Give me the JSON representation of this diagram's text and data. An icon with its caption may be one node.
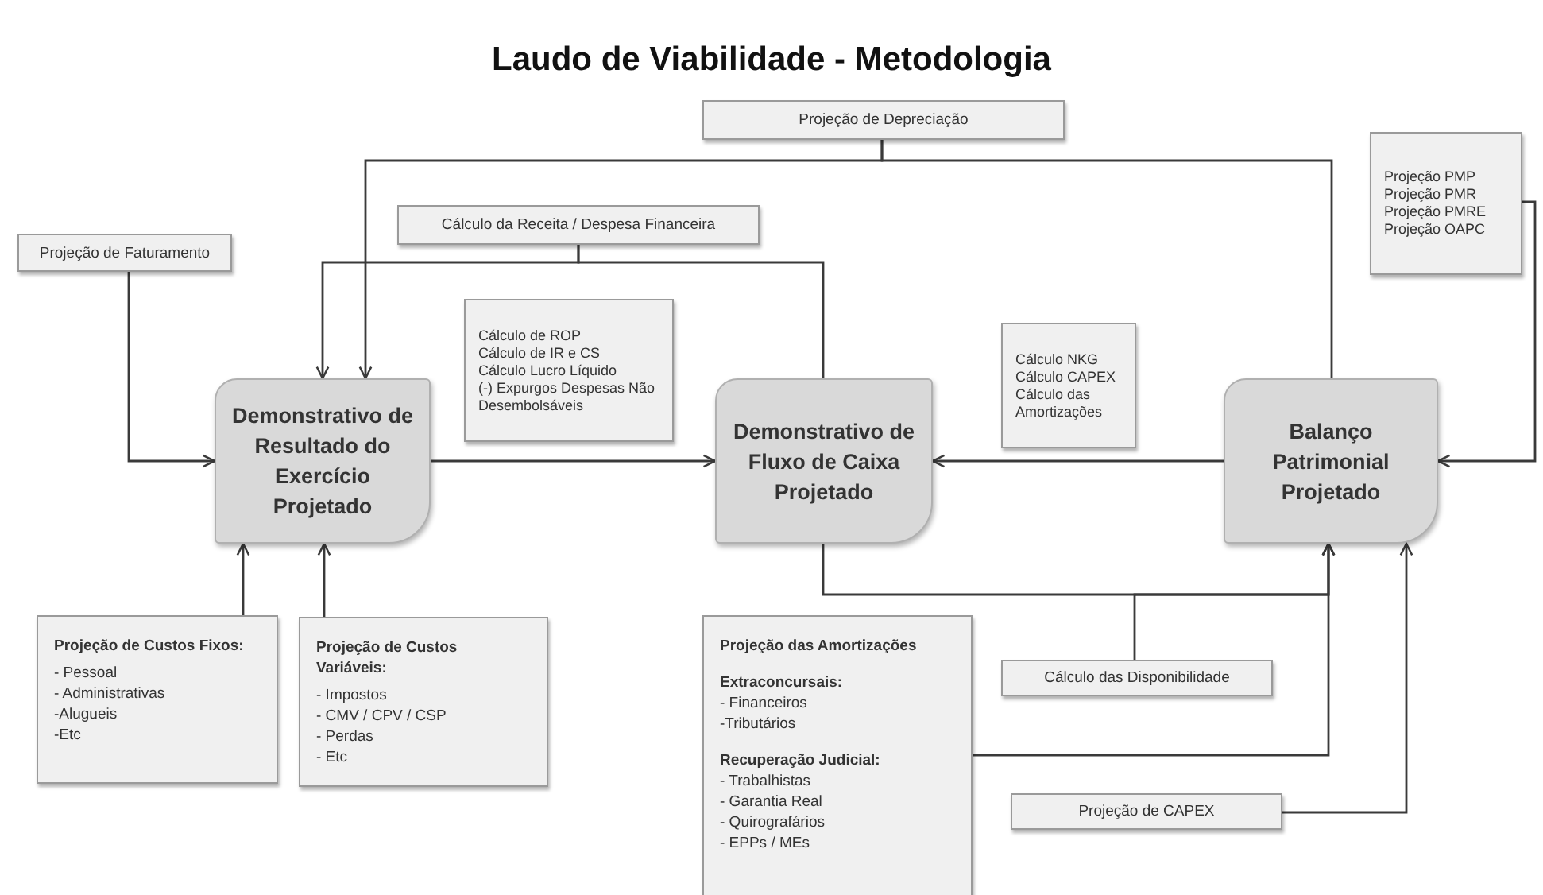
{
  "diagram": {
    "title": "Laudo de Viabilidade - Metodologia",
    "nodes": [
      {
        "text": [
          "Projeção de Depreciação"
        ]
      },
      {
        "text": [
          "Projeção PMP",
          "Projeção PMR",
          "Projeção PMRE",
          "Projeção OAPC"
        ]
      },
      {
        "text": [
          "Cálculo da Receita / Despesa Financeira"
        ]
      },
      {
        "text": [
          "Projeção de Faturamento"
        ]
      },
      {
        "text": [
          "Cálculo de ROP",
          "Cálculo de IR e CS",
          "Cálculo Lucro Líquido",
          "(-) Expurgos Despesas Não Desembolsáveis"
        ]
      },
      {
        "text": [
          "Cálculo NKG",
          "Cálculo CAPEX",
          "Cálculo das Amortizações"
        ]
      },
      {
        "text": [
          "Demonstrativo de Resultado do Exercício Projetado"
        ]
      },
      {
        "text": [
          "Demonstrativo de Fluxo de Caixa Projetado"
        ]
      },
      {
        "text": [
          "Balanço Patrimonial Projetado"
        ]
      },
      {
        "text": [
          "Projeção de Custos Fixos:",
          "- Pessoal",
          "- Administrativas",
          "-Alugueis",
          "-Etc"
        ]
      },
      {
        "text": [
          "Projeção de Custos Variáveis:",
          "- Impostos",
          "- CMV / CPV / CSP",
          "- Perdas",
          "- Etc"
        ]
      },
      {
        "text": [
          "Projeção das Amortizações",
          "Extraconcursais:",
          "- Financeiros",
          "-Tributários",
          "Recuperação Judicial:",
          "- Trabalhistas",
          "- Garantia Real",
          "- Quirografários",
          "- EPPs / MEs"
        ]
      },
      {
        "text": [
          "Cálculo das Disponibilidade"
        ]
      },
      {
        "text": [
          "Projeção de CAPEX"
        ]
      }
    ],
    "edges": [
      {
        "from": 0,
        "to": 6,
        "arrow": "to"
      },
      {
        "from": 0,
        "to": 8,
        "arrow": "none"
      },
      {
        "from": 2,
        "to": 6,
        "arrow": "to"
      },
      {
        "from": 2,
        "to": 7,
        "arrow": "none"
      },
      {
        "from": 3,
        "to": 6,
        "arrow": "to"
      },
      {
        "from": 6,
        "to": 7,
        "arrow": "to"
      },
      {
        "from": 8,
        "to": 7,
        "arrow": "to"
      },
      {
        "from": 1,
        "to": 8,
        "arrow": "to"
      },
      {
        "from": 9,
        "to": 6,
        "arrow": "to"
      },
      {
        "from": 10,
        "to": 6,
        "arrow": "to"
      },
      {
        "from": 7,
        "to": 8,
        "arrow": "to"
      },
      {
        "from": 12,
        "to": 8,
        "arrow": "to"
      },
      {
        "from": 11,
        "to": 8,
        "arrow": "to"
      },
      {
        "from": 13,
        "to": 8,
        "arrow": "to"
      }
    ]
  }
}
